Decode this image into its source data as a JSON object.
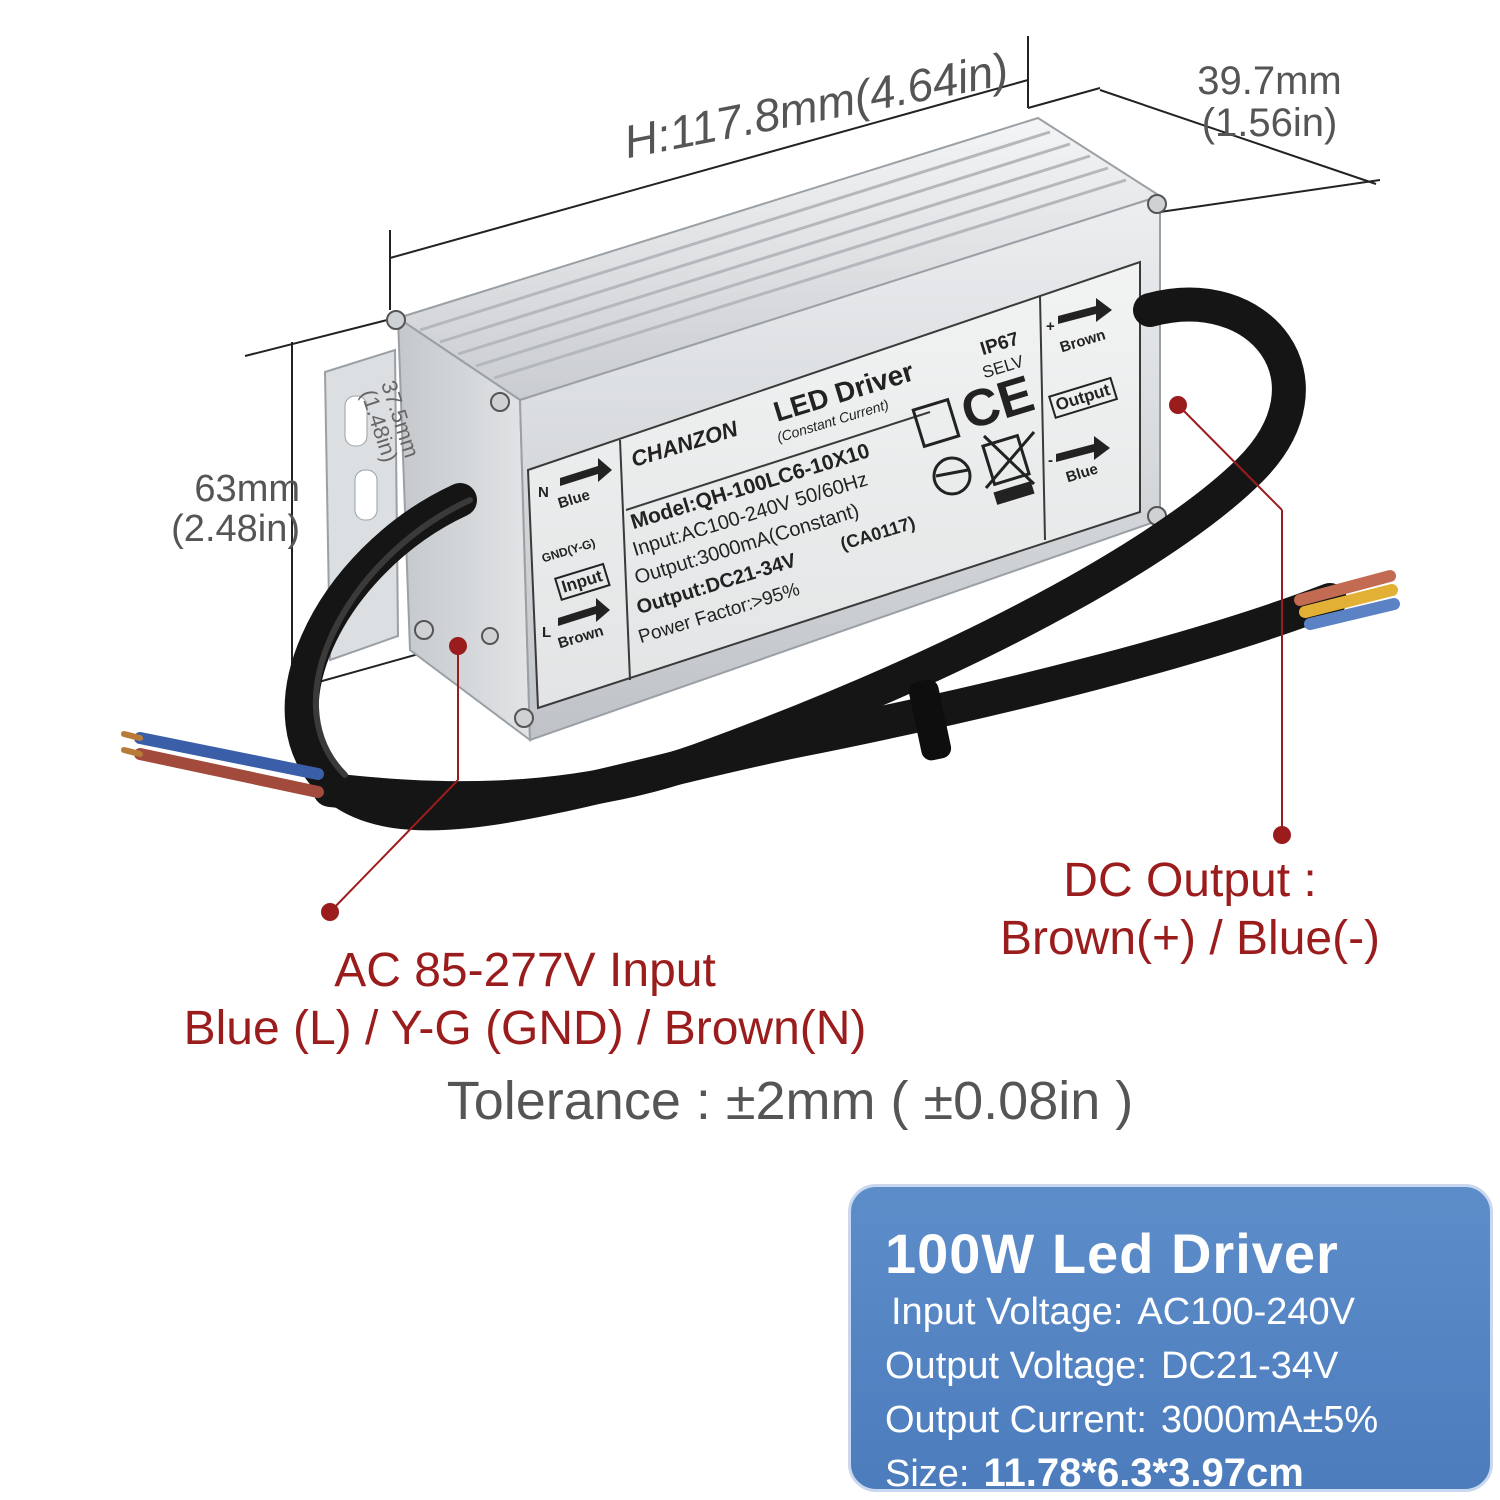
{
  "dimensions": {
    "length": "H:117.8mm(4.64in)",
    "depth_mm": "39.7mm",
    "depth_in": "(1.56in)",
    "height_mm": "63mm",
    "height_in": "(2.48in)",
    "width_mm": "37.5mm",
    "width_in": "(1.48in)"
  },
  "device_label": {
    "brand": "CHANZON",
    "title": "LED Driver",
    "subtitle": "(Constant Current)",
    "model": "Model:QH-100LC6-10X10",
    "input": "Input:AC100-240V 50/60Hz",
    "output_current": "Output:3000mA(Constant)",
    "output_voltage": "Output:DC21-34V",
    "code": "(CA0117)",
    "power_factor": "Power Factor:>95%",
    "ip": "IP67",
    "selv": "SELV",
    "ce": "CE",
    "left_n": "N",
    "left_blue": "Blue",
    "left_gnd": "GND(Y-G)",
    "left_input": "Input",
    "left_l": "L",
    "left_brown": "Brown",
    "right_plus": "+",
    "right_brown": "Brown",
    "right_output": "Output",
    "right_minus": "-",
    "right_blue": "Blue"
  },
  "callouts": {
    "dc_line1": "DC Output :",
    "dc_line2": "Brown(+) / Blue(-)",
    "ac_line1": "AC 85-277V Input",
    "ac_line2": "Blue (L) / Y-G (GND) / Brown(N)",
    "tolerance": "Tolerance : ±2mm ( ±0.08in )"
  },
  "spec_panel": {
    "title": "100W Led Driver",
    "input_key": "Input Voltage:",
    "input_val": "AC100-240V",
    "outv_key": "Output Voltage:",
    "outv_val": "DC21-34V",
    "outc_key": "Output Current:",
    "outc_val": "3000mA±5%",
    "size_key": "Size:",
    "size_val": "11.78*6.3*3.97cm"
  },
  "colors": {
    "callout_red": "#9b1c1c",
    "panel_blue": "#5a8ac6",
    "dimension_gray": "#555555"
  }
}
